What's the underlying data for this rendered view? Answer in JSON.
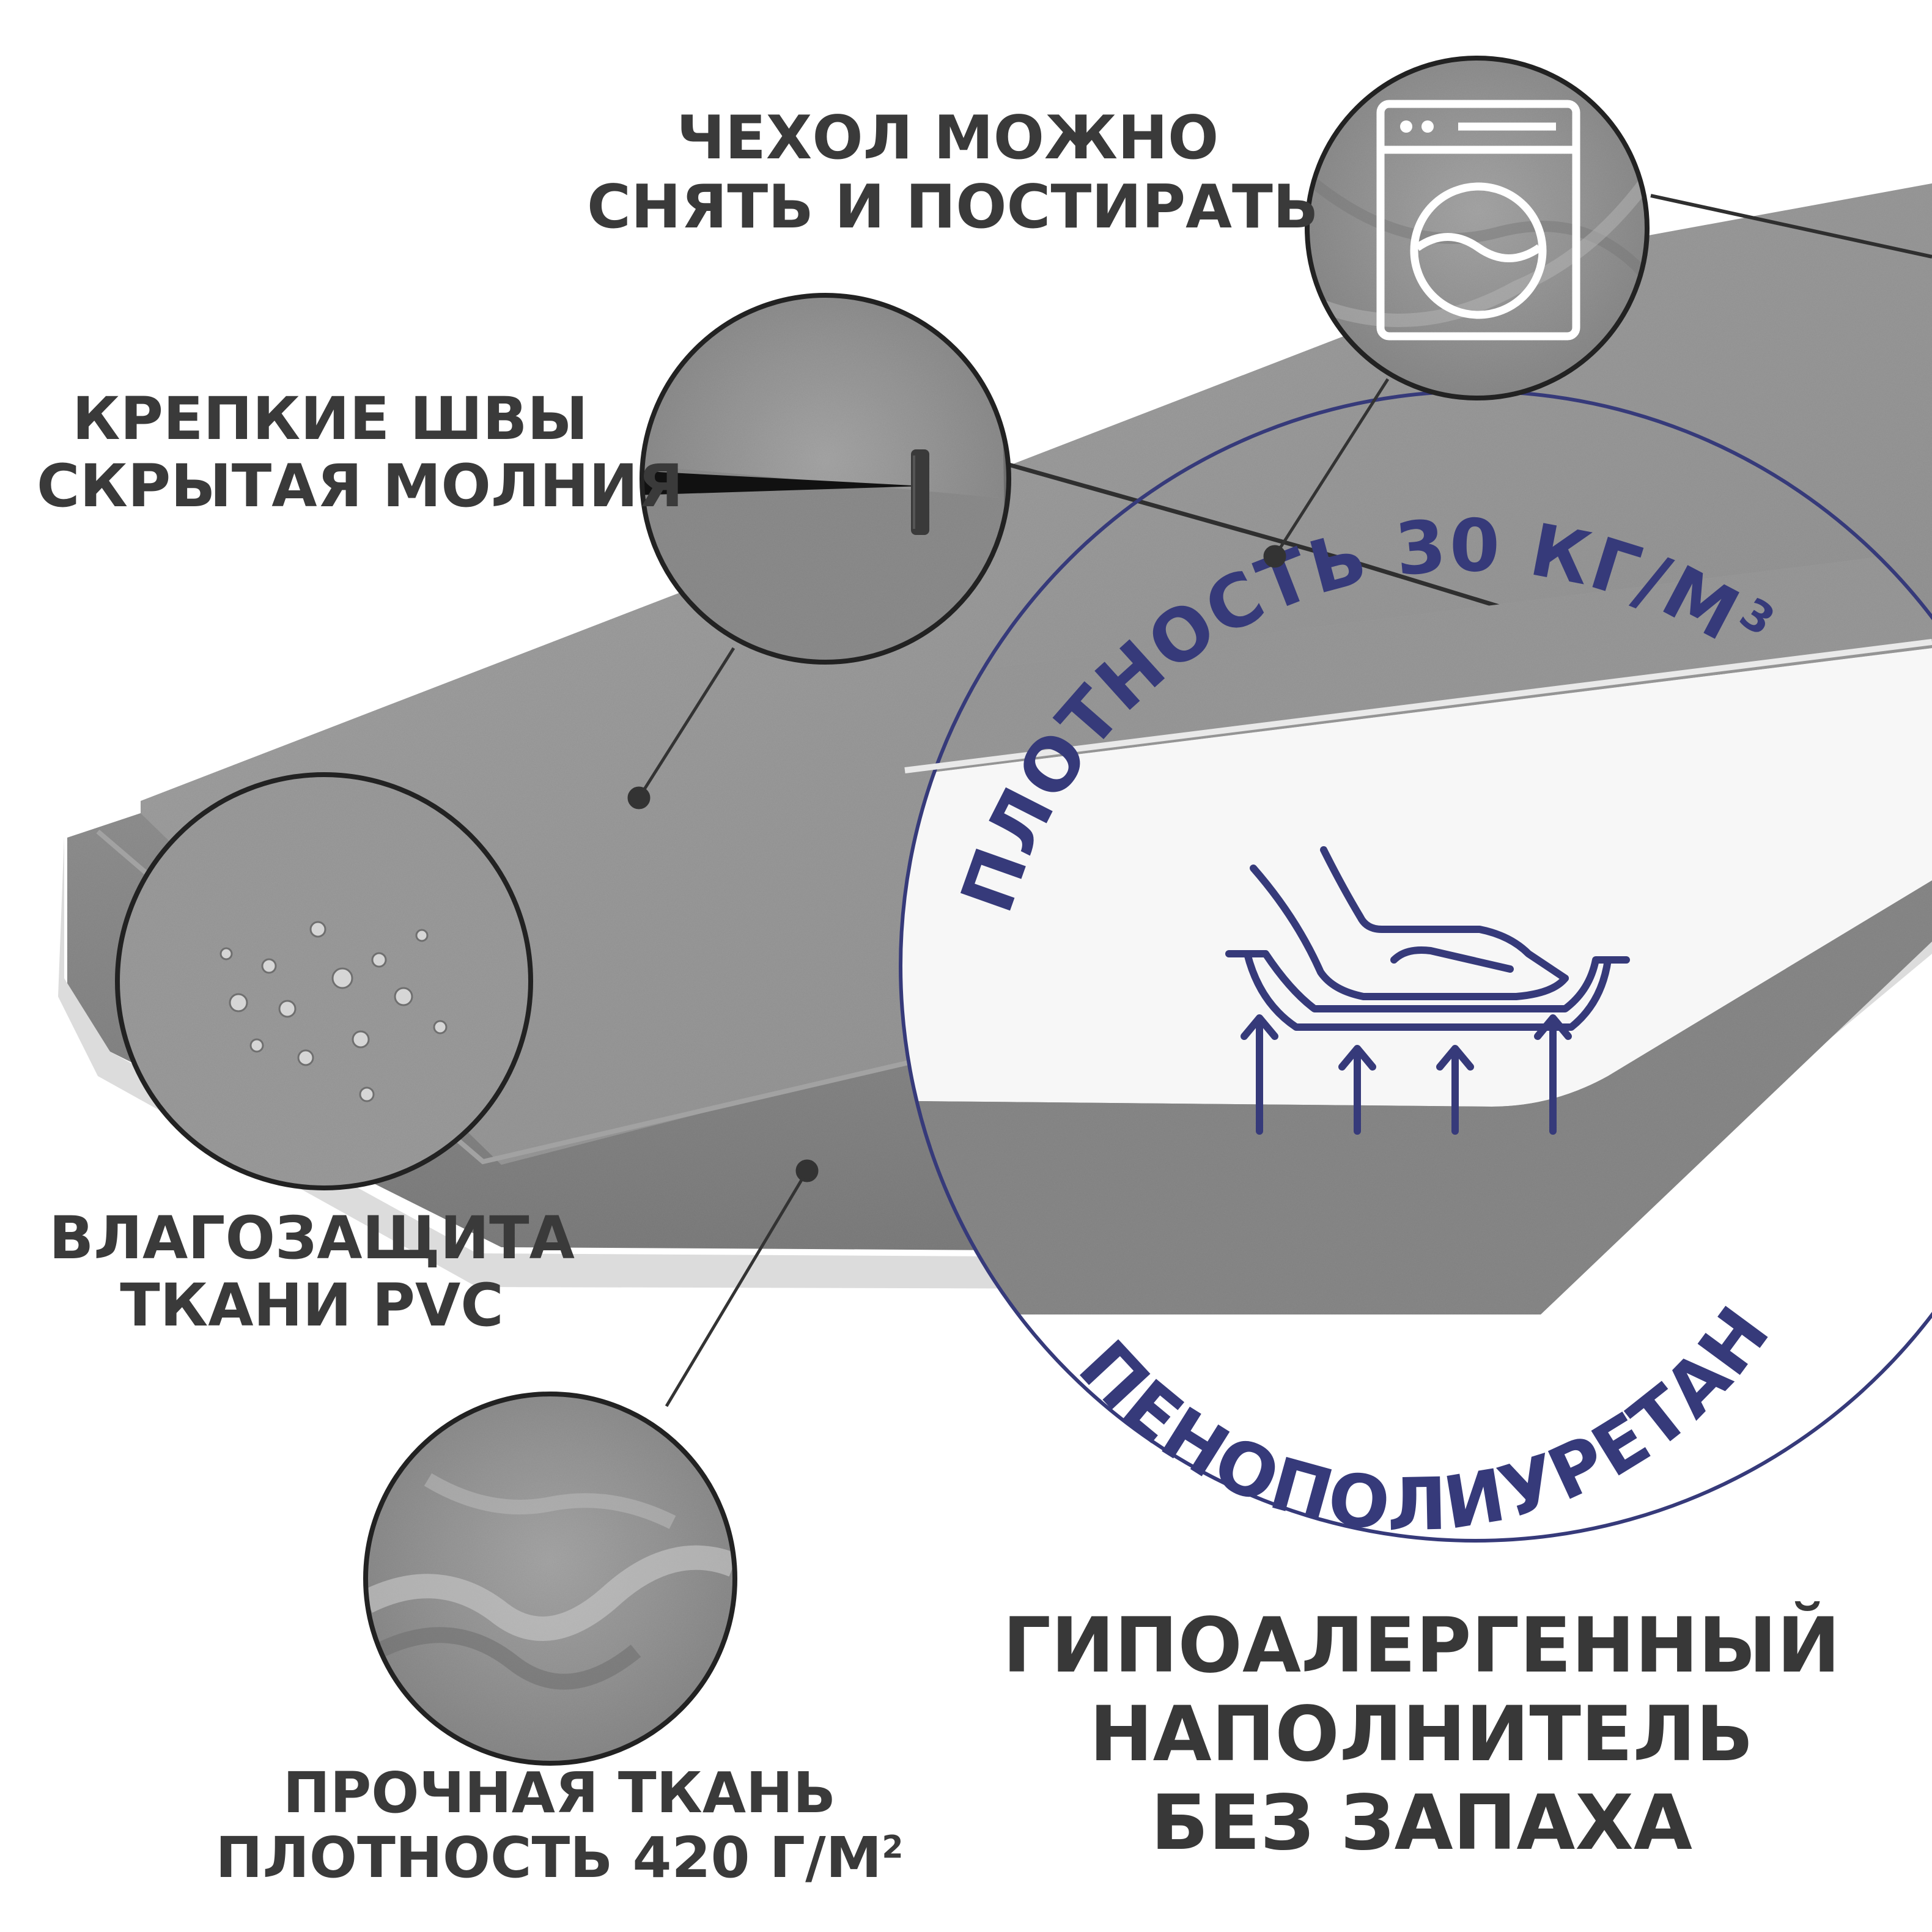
{
  "colors": {
    "background": "#ffffff",
    "fabric": "#9a9a9a",
    "fabric_side": "#8d8d8d",
    "foam": "#f7f7f7",
    "accent": "#363a7a",
    "text": "#3a3a3a"
  },
  "labels": {
    "cover": {
      "line1": "ЧЕХОЛ МОЖНО",
      "line2": "СНЯТЬ И ПОСТИРАТЬ"
    },
    "seams": {
      "line1": "КРЕПКИЕ ШВЫ",
      "line2": "СКРЫТАЯ МОЛНИЯ"
    },
    "water": {
      "line1": "ВЛАГОЗАЩИТА",
      "line2": "ТКАНИ PVC"
    },
    "fabric": {
      "line1": "ПРОЧНАЯ ТКАНЬ",
      "line2_main": "ПЛОТНОСТЬ 420 Г/М",
      "line2_sup": "2"
    },
    "main": {
      "line1": "ГИПОАЛЕРГЕННЫЙ",
      "line2": "НАПОЛНИТЕЛЬ",
      "line3": "БЕЗ ЗАПАХА"
    }
  },
  "foam_badge": {
    "top_text": "ПЛОТНОСТЬ 30 КГ/М",
    "top_sup": "3",
    "bottom_text": "ПЕНОПОЛИУРЕТАН",
    "icon": "hand-pressing-foam-icon"
  },
  "icons": {
    "washing_machine": "washing-machine-icon",
    "zipper": "zipper-detail-icon",
    "water_drops": "water-drops-icon",
    "fabric_fold": "fabric-fold-icon"
  }
}
